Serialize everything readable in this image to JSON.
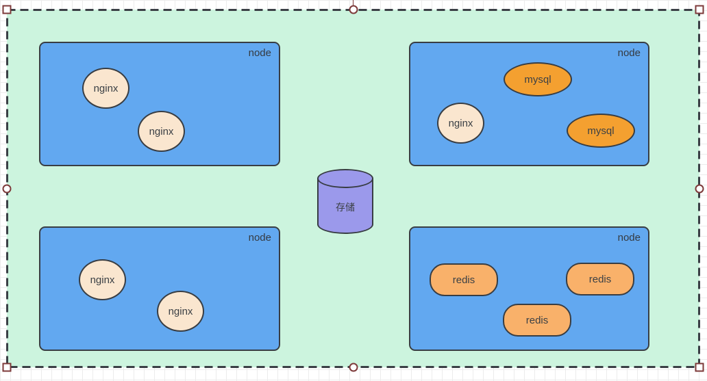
{
  "diagram": {
    "selected": true,
    "storage": {
      "label": "存储",
      "shape": "cylinder"
    },
    "nodes": [
      {
        "label": "node",
        "position": "top-left",
        "pods": [
          {
            "label": "nginx",
            "shape": "ellipse"
          },
          {
            "label": "nginx",
            "shape": "ellipse"
          }
        ]
      },
      {
        "label": "node",
        "position": "top-right",
        "pods": [
          {
            "label": "mysql",
            "shape": "ellipse"
          },
          {
            "label": "nginx",
            "shape": "ellipse"
          },
          {
            "label": "mysql",
            "shape": "ellipse"
          }
        ]
      },
      {
        "label": "node",
        "position": "bottom-left",
        "pods": [
          {
            "label": "nginx",
            "shape": "ellipse"
          },
          {
            "label": "nginx",
            "shape": "ellipse"
          }
        ]
      },
      {
        "label": "node",
        "position": "bottom-right",
        "pods": [
          {
            "label": "redis",
            "shape": "rounded-rect"
          },
          {
            "label": "redis",
            "shape": "rounded-rect"
          },
          {
            "label": "redis",
            "shape": "rounded-rect"
          }
        ]
      }
    ],
    "colors": {
      "container_fill": "#ccf4de",
      "node_fill": "#62a8f0",
      "nginx_fill": "#fae6cf",
      "mysql_fill": "#f4a030",
      "redis_fill": "#f9b16a",
      "storage_fill": "#9b99eb",
      "shape_stroke": "#383d43",
      "selection_handle_stroke": "#7d3a3a"
    }
  }
}
